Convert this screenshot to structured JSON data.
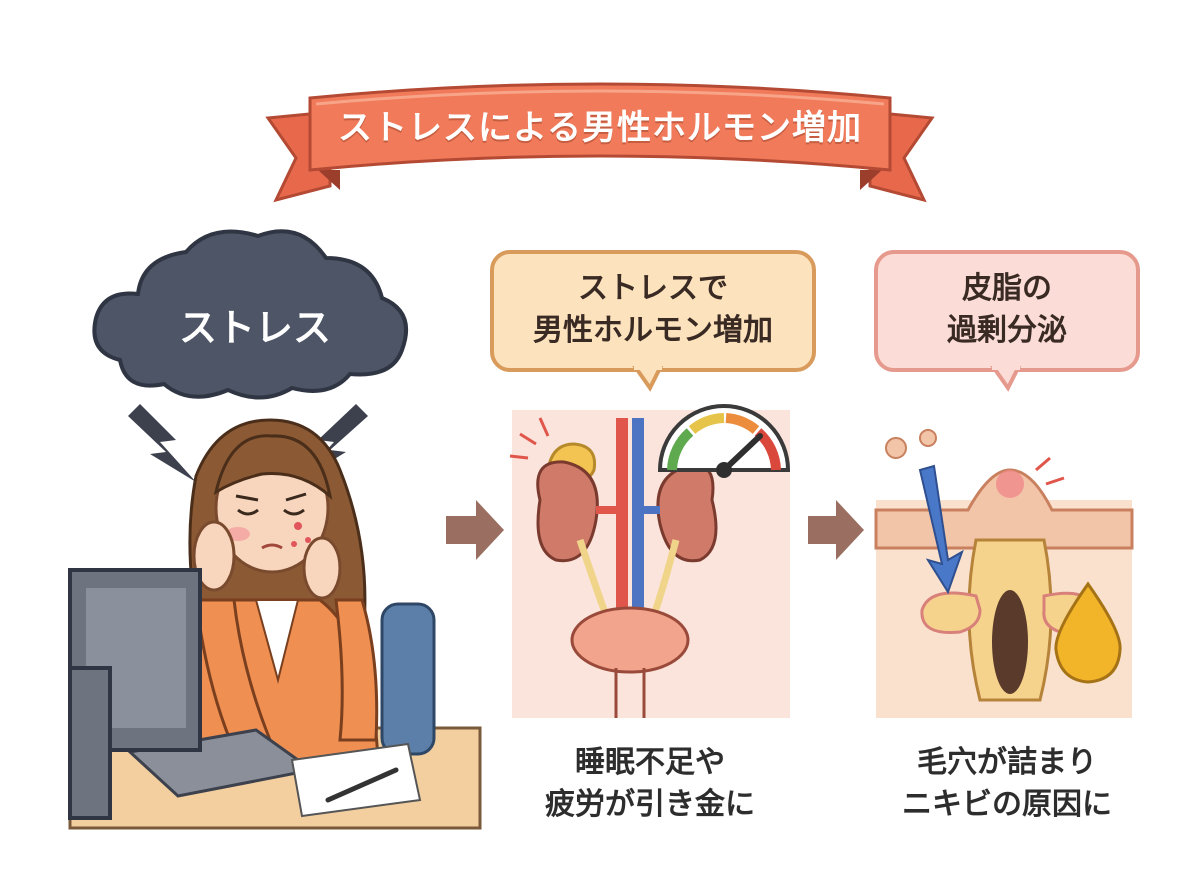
{
  "banner": {
    "title": "ストレスによる男性ホルモン増加"
  },
  "stress_cloud": {
    "label": "ストレス"
  },
  "bubble_hormone": {
    "line1": "ストレスで",
    "line2": "男性ホルモン増加"
  },
  "bubble_sebum": {
    "line1": "皮脂の",
    "line2": "過剰分泌"
  },
  "caption_middle": {
    "line1": "睡眠不足や",
    "line2": "疲労が引き金に"
  },
  "caption_right": {
    "line1": "毛穴が詰まり",
    "line2": "ニキビの原因に"
  },
  "colors": {
    "banner": "#f07a5a",
    "banner_dark": "#c9583f",
    "cloud": "#4d5566",
    "bubble_orange": "#fde3bd",
    "bubble_pink": "#fbdcd6",
    "arrow": "#9a6f62",
    "skin": "#f6d2b8"
  },
  "icons": [
    "lightning-icon",
    "arrow-right-icon",
    "gauge-icon",
    "oil-drop-icon",
    "down-arrow-icon"
  ]
}
